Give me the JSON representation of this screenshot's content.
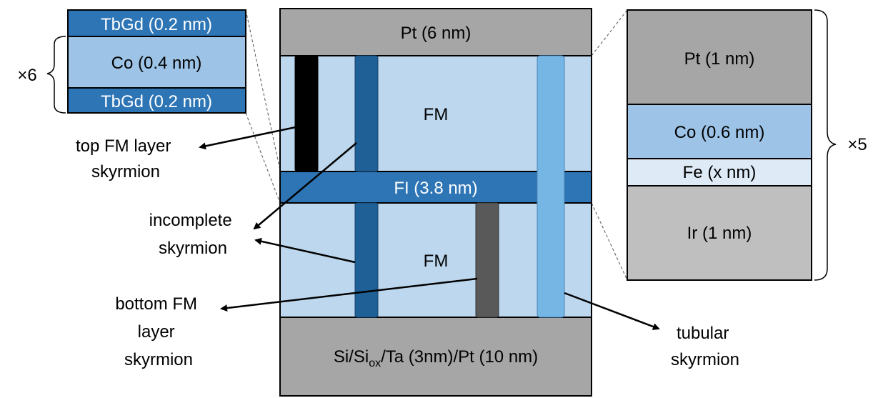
{
  "colors": {
    "pt_gray": "#A6A6A6",
    "fm_light_blue": "#BDD7EE",
    "fi_blue": "#2E75B6",
    "tbgd_blue": "#2E75B6",
    "co_blue": "#9DC3E6",
    "fe_pale": "#DEEBF7",
    "ir_gray": "#BFBFBF",
    "dark_tube": "#1F6096",
    "black_tube": "#000000",
    "gray_tube": "#595959",
    "light_tube": "#75B6E4"
  },
  "main_stack": {
    "top_layer": "Pt (6 nm)",
    "upper_fm": "FM",
    "fi_layer": "FI (3.8 nm)",
    "lower_fm": "FM",
    "substrate": {
      "part1": "Si/Si",
      "sub": "ox",
      "part2": "/Ta (3nm)/Pt (10 nm)"
    }
  },
  "left_inset": {
    "repeat": "×6",
    "layers": [
      "TbGd (0.2 nm)",
      "Co (0.4 nm)",
      "TbGd (0.2 nm)"
    ]
  },
  "right_inset": {
    "repeat": "×5",
    "layers": [
      "Pt (1 nm)",
      "Co (0.6 nm)",
      "Fe (x nm)",
      "Ir (1 nm)"
    ]
  },
  "annotations": {
    "top_fm": [
      "top FM layer",
      "skyrmion"
    ],
    "incomplete": [
      "incomplete",
      "skyrmion"
    ],
    "bottom_fm": [
      "bottom FM",
      "layer",
      "skyrmion"
    ],
    "tubular": [
      "tubular",
      "skyrmion"
    ]
  }
}
